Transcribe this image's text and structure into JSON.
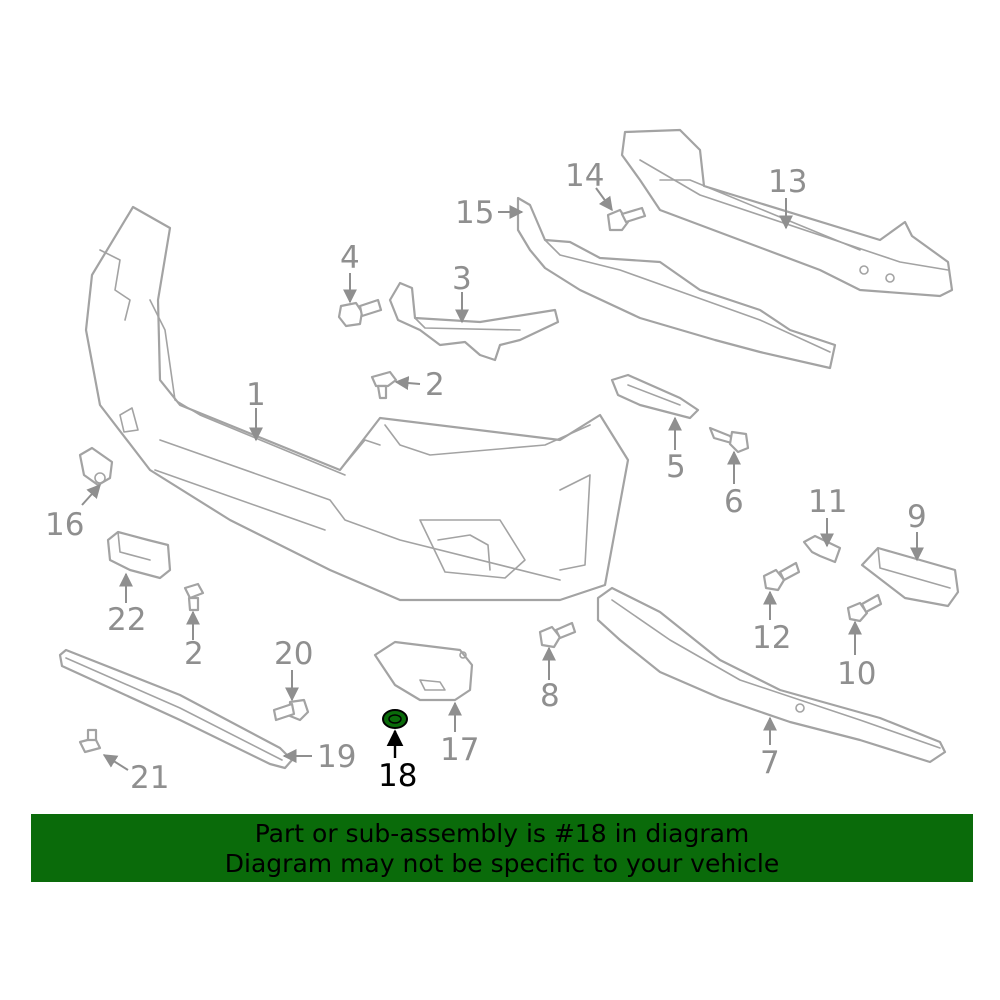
{
  "highlight_color": "#0a6b0a",
  "highlighted_part": "18",
  "callouts": [
    "1",
    "2",
    "2",
    "3",
    "4",
    "5",
    "6",
    "7",
    "8",
    "9",
    "10",
    "11",
    "12",
    "13",
    "14",
    "15",
    "16",
    "17",
    "18",
    "19",
    "20",
    "21",
    "22"
  ],
  "banner": {
    "line1": "Part or sub-assembly is #18 in diagram",
    "line2": "Diagram may not be specific to your vehicle"
  }
}
